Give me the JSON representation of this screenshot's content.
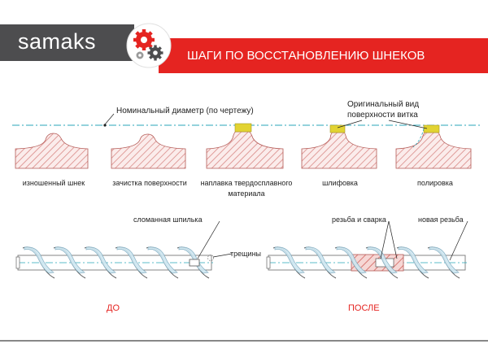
{
  "header": {
    "brand": "samaks",
    "title": "ШАГИ ПО ВОССТАНОВЛЕНИЮ ШНЕКОВ",
    "logo_icon": "gears-icon"
  },
  "diagram": {
    "nominal_diameter_label": "Номинальный диаметр (по чертежу)",
    "original_surface_label_1": "Оригинальный вид",
    "original_surface_label_2": "поверхности витка",
    "stages": [
      {
        "label": "изношенный шнек"
      },
      {
        "label": "зачистка поверхности"
      },
      {
        "label": "наплавка твердосплавного"
      },
      {
        "label": "шлифовка"
      },
      {
        "label": "полировка"
      }
    ],
    "stage3_label_line2": "материала"
  },
  "shaft": {
    "broken_pin_label": "сломанная шпилька",
    "cracks_label": "трещины",
    "thread_weld_label": "резьба и сварка",
    "new_thread_label": "новая резьба",
    "before_label": "ДО",
    "after_label": "ПОСЛЕ"
  },
  "colors": {
    "accent": "#e52421",
    "brand_bar": "#4d4d4f",
    "hatch": "#d98a87",
    "hard_facing": "#e2d332",
    "guide_line": "#2aa6b8"
  }
}
